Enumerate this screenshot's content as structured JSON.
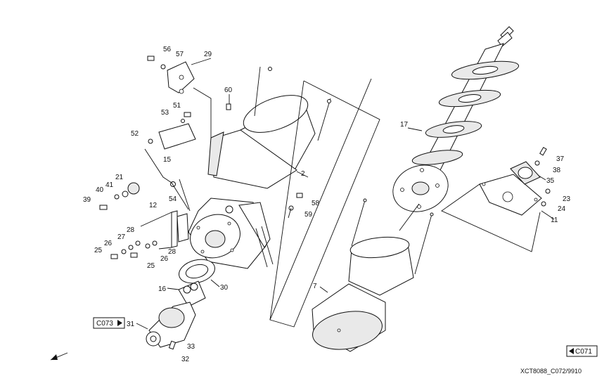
{
  "diagram": {
    "callouts": [
      {
        "id": "c56",
        "text": "56"
      },
      {
        "id": "c57",
        "text": "57"
      },
      {
        "id": "c29",
        "text": "29"
      },
      {
        "id": "c60",
        "text": "60"
      },
      {
        "id": "c51",
        "text": "51"
      },
      {
        "id": "c53",
        "text": "53"
      },
      {
        "id": "c52",
        "text": "52"
      },
      {
        "id": "c15",
        "text": "15"
      },
      {
        "id": "c2",
        "text": "2"
      },
      {
        "id": "c21",
        "text": "21"
      },
      {
        "id": "c40",
        "text": "40"
      },
      {
        "id": "c41",
        "text": "41"
      },
      {
        "id": "c39",
        "text": "39"
      },
      {
        "id": "c54",
        "text": "54"
      },
      {
        "id": "c12",
        "text": "12"
      },
      {
        "id": "c58",
        "text": "58"
      },
      {
        "id": "c59",
        "text": "59"
      },
      {
        "id": "c28a",
        "text": "28"
      },
      {
        "id": "c27",
        "text": "27"
      },
      {
        "id": "c26a",
        "text": "26"
      },
      {
        "id": "c25a",
        "text": "25"
      },
      {
        "id": "c28b",
        "text": "28"
      },
      {
        "id": "c26b",
        "text": "26"
      },
      {
        "id": "c25b",
        "text": "25"
      },
      {
        "id": "c16",
        "text": "16"
      },
      {
        "id": "c30",
        "text": "30"
      },
      {
        "id": "c31",
        "text": "31"
      },
      {
        "id": "c33",
        "text": "33"
      },
      {
        "id": "c32",
        "text": "32"
      },
      {
        "id": "c17",
        "text": "17"
      },
      {
        "id": "c37",
        "text": "37"
      },
      {
        "id": "c38",
        "text": "38"
      },
      {
        "id": "c35",
        "text": "35"
      },
      {
        "id": "c23",
        "text": "23"
      },
      {
        "id": "c24",
        "text": "24"
      },
      {
        "id": "c11",
        "text": "11"
      },
      {
        "id": "c7",
        "text": "7"
      }
    ],
    "refs": {
      "c073": "C073",
      "c071": "C071"
    },
    "drawing_id": "XCT8088_C072/9910"
  }
}
